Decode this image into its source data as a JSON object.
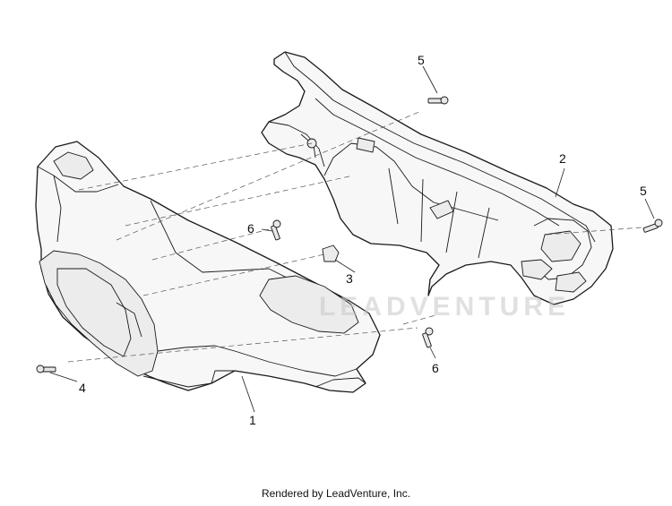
{
  "callouts": {
    "c1": "1",
    "c2": "2",
    "c3": "3",
    "c4": "4",
    "c5a": "5",
    "c5b": "5",
    "c6a": "6",
    "c6b": "6"
  },
  "watermark": "LEADVENTURE",
  "footer": "Rendered by LeadVenture, Inc."
}
